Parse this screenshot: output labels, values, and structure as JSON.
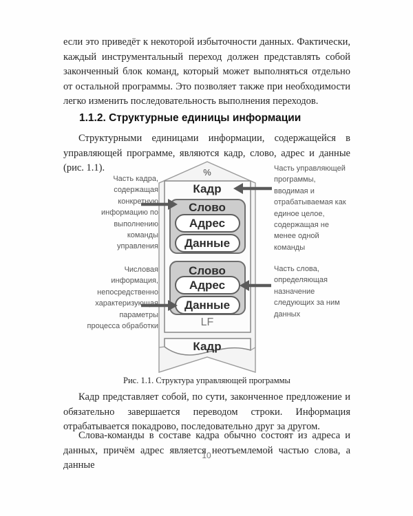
{
  "page": {
    "paragraph_top": "если это приведёт к некоторой избыточности данных. Фактически, каждый инструментальный переход должен представлять собой законченный блок команд, который может выполняться отдельно от остальной программы. Это позволяет также при необходимости легко изменить последовательность выполнения переходов.",
    "heading": "1.1.2. Структурные единицы информации",
    "paragraph_intro": "Структурными единицами информации, содержащейся в управляющей программе, являются кадр, слово, адрес и данные (рис. 1.1).",
    "caption": "Рис. 1.1. Структура управляющей программы",
    "paragraph_after_1": "Кадр представляет собой, по сути, законченное предложение и обязательно завершается переводом строки. Информация отрабатывается покадрово, последовательно друг за другом.",
    "paragraph_after_2": "Слова-команды в составе кадра обычно состоят из адреса и данных, причём адрес является неотъемлемой частью слова, а данные",
    "page_number": "10"
  },
  "figure": {
    "percent_symbol": "%",
    "frame1_label": "Кадр",
    "word1_label": "Слово",
    "address1_label": "Адрес",
    "data1_label": "Данные",
    "word2_label": "Слово",
    "address2_label": "Адрес",
    "data2_label": "Данные",
    "lf_label": "LF",
    "frame2_label": "Кадр",
    "annotations": {
      "left_top": "Часть кадра, содержащая конкретную информацию по выполнению команды управления",
      "left_bottom": "Числовая информация, непосредственно характеризующая параметры процесса обработки",
      "right_top": "Часть управляющей программы, вводимая и отрабатываемая как единое целое, содержащая не менее одной команды",
      "right_bottom": "Часть слова, определяющая назначение следующих за ним данных"
    },
    "colors": {
      "ribbon_fill": "#f4f4f4",
      "ribbon_stroke": "#9a9a9a",
      "frame_fill": "#fcfcfc",
      "word_fill": "#cdcdcd",
      "pill_fill": "#ffffff",
      "arrow": "#5a5a5a",
      "label_text": "#2e2e2e",
      "annotation_text": "#555555"
    }
  }
}
